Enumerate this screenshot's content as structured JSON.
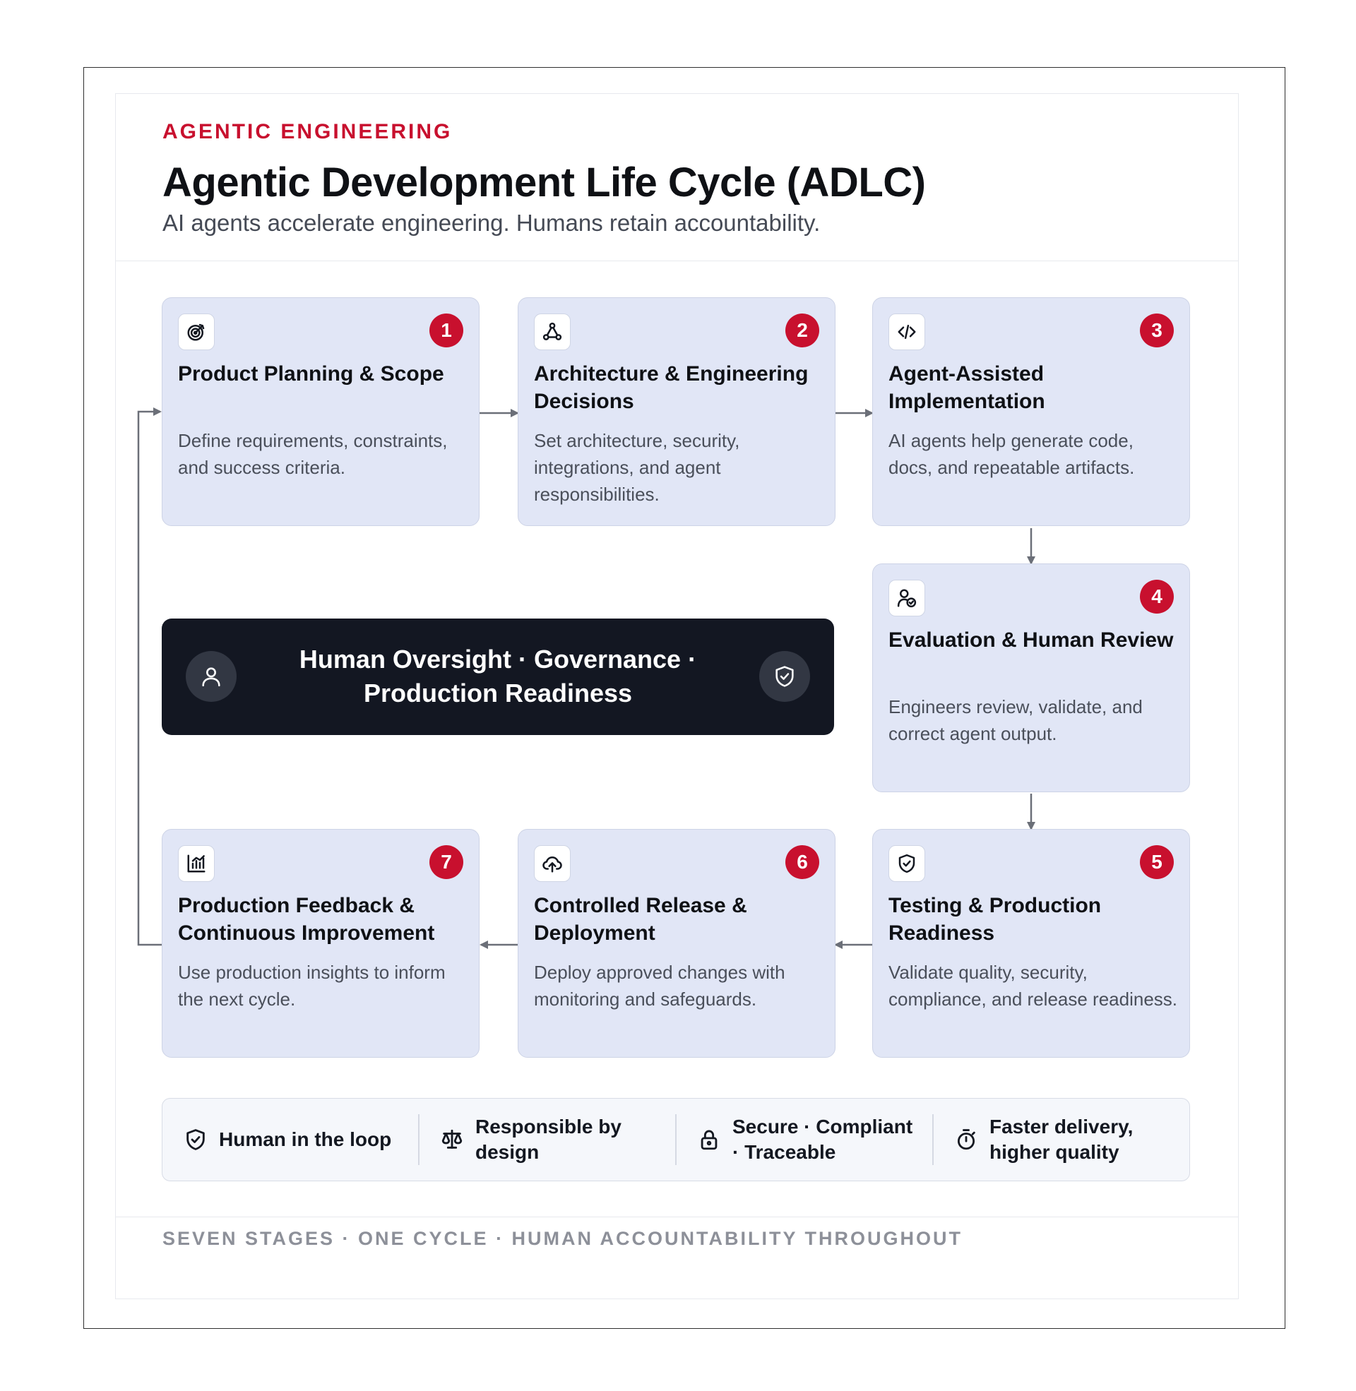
{
  "header": {
    "kicker": "AGENTIC ENGINEERING",
    "title": "Agentic Development Life Cycle (ADLC)",
    "subtitle": "AI agents accelerate engineering. Humans retain accountability."
  },
  "stages": [
    {
      "number": "1",
      "icon": "target-icon",
      "title": "Product Planning & Scope",
      "description": "Define requirements, constraints, and success criteria."
    },
    {
      "number": "2",
      "icon": "network-nodes-icon",
      "title": "Architecture & Engineering Decisions",
      "description": "Set architecture, security, integrations, and agent responsibilities."
    },
    {
      "number": "3",
      "icon": "code-icon",
      "title": "Agent-Assisted Implementation",
      "description": "AI agents help generate code, docs, and repeatable artifacts."
    },
    {
      "number": "4",
      "icon": "user-check-icon",
      "title": "Evaluation & Human Review",
      "description": "Engineers review, validate, and correct agent output."
    },
    {
      "number": "5",
      "icon": "shield-check-icon",
      "title": "Testing & Production Readiness",
      "description": "Validate quality, security, compliance, and release readiness."
    },
    {
      "number": "6",
      "icon": "cloud-upload-icon",
      "title": "Controlled Release & Deployment",
      "description": "Deploy approved changes with monitoring and safeguards."
    },
    {
      "number": "7",
      "icon": "bar-chart-icon",
      "title": "Production Feedback & Continuous Improvement",
      "description": "Use production insights to inform the next cycle."
    }
  ],
  "oversight": {
    "text": "Human Oversight · Governance · Production Readiness",
    "left_icon": "user-icon",
    "right_icon": "shield-check-icon"
  },
  "principles": [
    {
      "icon": "shield-check-icon",
      "label": "Human in the loop"
    },
    {
      "icon": "scale-icon",
      "label": "Responsible by design"
    },
    {
      "icon": "lock-icon",
      "label": "Secure · Compliant · Traceable"
    },
    {
      "icon": "stopwatch-icon",
      "label": "Faster delivery, higher quality"
    }
  ],
  "footer": {
    "text": "SEVEN STAGES · ONE CYCLE · HUMAN ACCOUNTABILITY THROUGHOUT"
  },
  "colors": {
    "accent": "#c8102e",
    "card_fill": "#e1e6f6",
    "panel_dark": "#131722",
    "text_dark": "#0f1115",
    "text_muted": "#4a4f5a",
    "connector": "#6b6f78"
  }
}
